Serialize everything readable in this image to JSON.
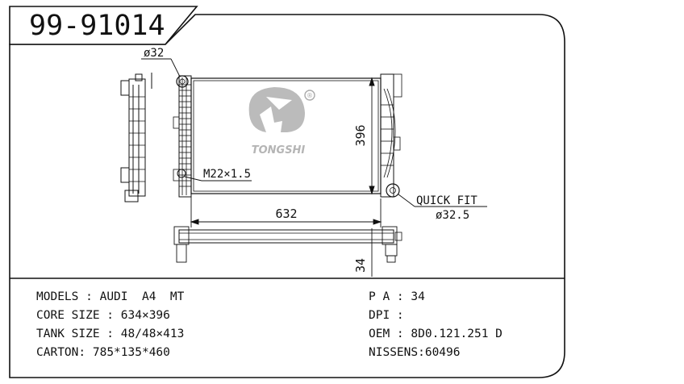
{
  "part_number": "99-91014",
  "dimensions": {
    "inlet_diameter": "ø32",
    "drain_plug": "M22×1.5",
    "core_height": "396",
    "core_width": "632",
    "core_thickness": "34",
    "outlet_label": "QUICK FIT",
    "outlet_diameter": "ø32.5"
  },
  "logo": {
    "brand": "TONGSHI",
    "registered_mark": "®"
  },
  "specs_left": [
    {
      "key": "MODELS",
      "sep": " : ",
      "value": "AUDI  A4  MT"
    },
    {
      "key": "CORE SIZE",
      "sep": " : ",
      "value": "634×396"
    },
    {
      "key": "TANK SIZE",
      "sep": " : ",
      "value": "48/48×413"
    },
    {
      "key": "CARTON",
      "sep": ": ",
      "value": "785*135*460"
    }
  ],
  "specs_right": [
    {
      "key": "P A",
      "sep": " : ",
      "value": "34"
    },
    {
      "key": "DPI",
      "sep": " : ",
      "value": ""
    },
    {
      "key": "OEM",
      "sep": " : ",
      "value": "8D0.121.251 D"
    },
    {
      "key": "NISSENS",
      "sep": ":",
      "value": "60496"
    }
  ]
}
